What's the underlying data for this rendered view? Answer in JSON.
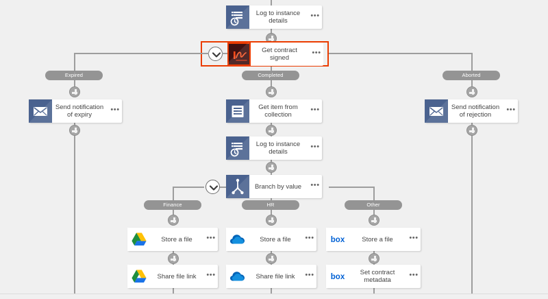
{
  "canvas": {
    "background": "#f0f0f0",
    "line_color": "#9d9d9d",
    "selection_color": "#eb3c00",
    "pill_color": "#949494"
  },
  "nodes": {
    "log_top": {
      "label": "Log to instance details",
      "icon": "log-list-icon",
      "menu": "•••"
    },
    "get_signed": {
      "label": "Get contract signed",
      "icon": "signature-icon",
      "menu": "•••",
      "selected": true
    },
    "expiry_mail": {
      "label": "Send notification of expiry",
      "icon": "envelope-icon",
      "menu": "•••"
    },
    "reject_mail": {
      "label": "Send notification of rejection",
      "icon": "envelope-icon",
      "menu": "•••"
    },
    "get_item": {
      "label": "Get item from collection",
      "icon": "collection-icon",
      "menu": "•••"
    },
    "log_mid": {
      "label": "Log to instance details",
      "icon": "log-list-icon",
      "menu": "•••"
    },
    "branch": {
      "label": "Branch by value",
      "icon": "branch-icon",
      "menu": "•••"
    },
    "fin_store": {
      "label": "Store a file",
      "icon": "google-drive-icon",
      "menu": "•••"
    },
    "fin_share": {
      "label": "Share file link",
      "icon": "google-drive-icon",
      "menu": "•••"
    },
    "hr_store": {
      "label": "Store a file",
      "icon": "onedrive-icon",
      "menu": "•••"
    },
    "hr_share": {
      "label": "Share file link",
      "icon": "onedrive-icon",
      "menu": "•••"
    },
    "oth_store": {
      "label": "Store a file",
      "icon": "box-icon",
      "menu": "•••"
    },
    "oth_meta": {
      "label": "Set contract metadata",
      "icon": "box-icon",
      "menu": "•••"
    }
  },
  "branch_labels": {
    "expired": "Expired",
    "completed": "Completed",
    "aborted": "Aborted",
    "finance": "Finance",
    "hr": "HR",
    "other": "Other"
  }
}
